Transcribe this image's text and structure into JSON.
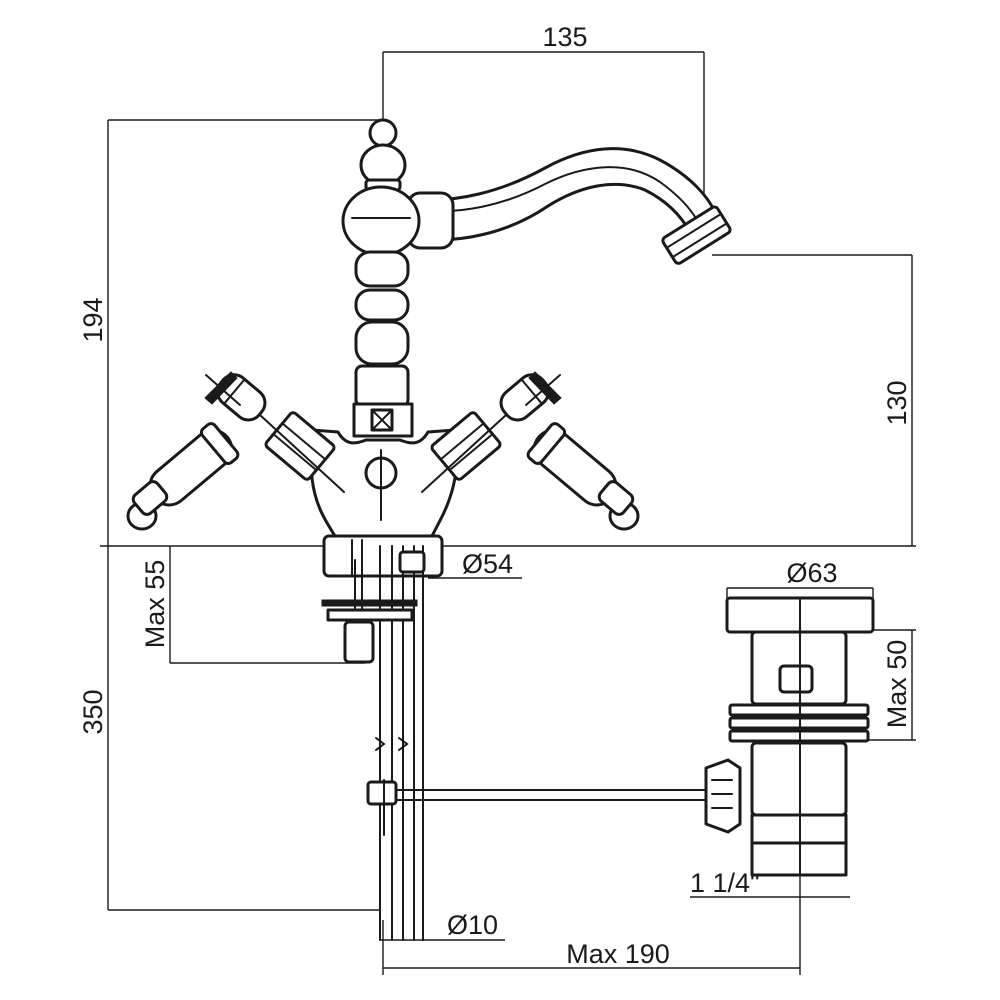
{
  "title": "Tap and pop-up waste dimensional drawing",
  "dimensions": {
    "spout_reach": "135",
    "total_height": "194",
    "spout_height": "130",
    "base_diameter": "Ø54",
    "max_deck_thickness": "Max 55",
    "flexible_length": "350",
    "waste_diameter": "Ø63",
    "waste_max_deck": "Max 50",
    "waste_thread": "1 1/4\"",
    "pipe_diameter": "Ø10",
    "max_rod_length": "Max 190"
  },
  "colors": {
    "line": "#1a1a1a",
    "background": "#ffffff"
  }
}
